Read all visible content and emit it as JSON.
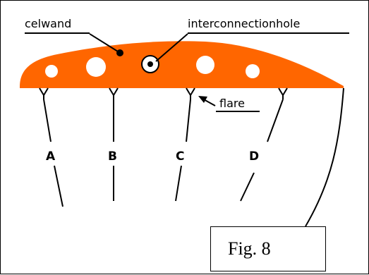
{
  "labels": {
    "celwand": "celwand",
    "interconnection": "interconnectionhole",
    "flare": "flare"
  },
  "lines": [
    "A",
    "B",
    "C",
    "D"
  ],
  "figure": "Fig. 8",
  "colors": {
    "wing": "#ff6600",
    "holes": "#ffffff",
    "stroke": "#000000"
  }
}
